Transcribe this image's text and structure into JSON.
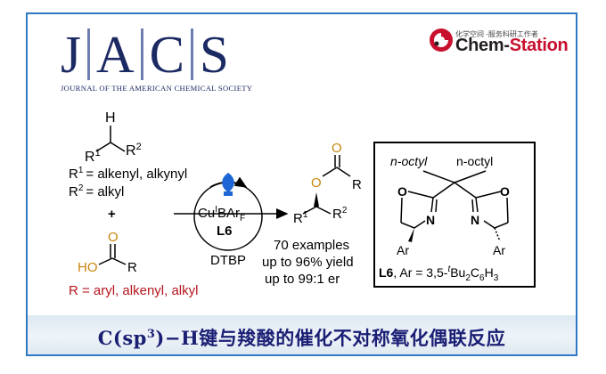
{
  "journal": {
    "letters": [
      "J",
      "A",
      "C",
      "S"
    ],
    "subtitle": "JOURNAL OF THE AMERICAN CHEMICAL SOCIETY"
  },
  "brand": {
    "cn_tagline": "化学空间 -服务科研工作者",
    "name_prefix": "Chem-",
    "name_main": "Station",
    "accent": "#c8102e"
  },
  "scheme": {
    "h_atom": "H",
    "r1_label": "R",
    "r1_sup": "1",
    "r2_label": "R",
    "r2_sup": "2",
    "def_r1": "= alkenyl, alkynyl",
    "def_r2": "= alkyl",
    "plus": "+",
    "acid_o": "O",
    "acid_ho": "HO",
    "acid_r": "R",
    "def_r": "R = aryl, alkenyl, alkyl",
    "catalyst_cu": "Cu",
    "catalyst_sup": "I",
    "catalyst_bar": "BAr",
    "catalyst_sub": "F",
    "catalyst_ligand": "L6",
    "oxidant": "DTBP",
    "product_o_top": "O",
    "product_o": "O",
    "product_r": "R",
    "product_r1": "R",
    "product_r1_sup": "1",
    "product_r2": "R",
    "product_r2_sup": "2",
    "result_1": "70 examples",
    "result_2": "up to 96% yield",
    "result_3": "up to 99:1 er",
    "ligand_left_sub": "n-octyl",
    "ligand_right_sub": "n-octyl",
    "ligand_o": "O",
    "ligand_n": "N",
    "ligand_ar": "Ar",
    "ligand_caption_bold": "L6",
    "ligand_caption_rest": ", Ar = 3,5-",
    "ligand_caption_t": "t",
    "ligand_caption_tail": "Bu",
    "ligand_caption_2": "2",
    "ligand_caption_c": "C",
    "ligand_caption_6": "6",
    "ligand_caption_h": "H",
    "ligand_caption_3": "3",
    "red_color": "#b5161e",
    "gold_color": "#c8860e",
    "blue_color": "#1e66d6"
  },
  "footer": {
    "title_pre": "C(sp",
    "title_sup": "3",
    "title_post": ")−H键与羧酸的催化不对称氧化偶联反应"
  }
}
